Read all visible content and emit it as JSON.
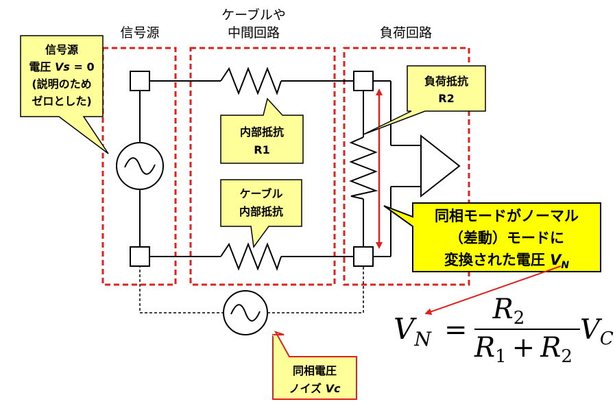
{
  "sections": {
    "source": "信号源",
    "cable_line1": "ケーブルや",
    "cable_line2": "中間回路",
    "load": "負荷回路"
  },
  "callouts": {
    "source_voltage": {
      "line1": "信号源",
      "line2_prefix": "電圧 ",
      "line2_var": "Vs",
      "line2_suffix": " = 0",
      "line3": "(説明のため",
      "line4": "ゼロとした)"
    },
    "internal_r1": {
      "line1": "内部抵抗",
      "line2": "R1"
    },
    "cable_resistance": {
      "line1": "ケーブル",
      "line2": "内部抵抗"
    },
    "load_r2": {
      "line1": "負荷抵抗",
      "line2": "R2"
    },
    "conversion": {
      "line1": "同相モードがノーマル",
      "line2": "（差動）モードに",
      "line3": "変換された電圧 ",
      "line3_var": "V",
      "line3_sub": "N"
    },
    "common_noise": {
      "line1": "同相電圧",
      "line2_prefix": "ノイズ ",
      "line2_var": "Vc"
    }
  },
  "equation": {
    "lhs": "V",
    "lhs_sub": "N",
    "equals": "=",
    "num": "R",
    "num_sub": "2",
    "den_a": "R",
    "den_a_sub": "1",
    "plus": "+",
    "den_b": "R",
    "den_b_sub": "2",
    "tail": "V",
    "tail_sub": "C"
  },
  "colors": {
    "dash_box": "#e0201c",
    "callout_fill": "#ffff99",
    "callout_fill_strong": "#ffff00",
    "arrow": "#e0201c",
    "wire": "#000000"
  }
}
